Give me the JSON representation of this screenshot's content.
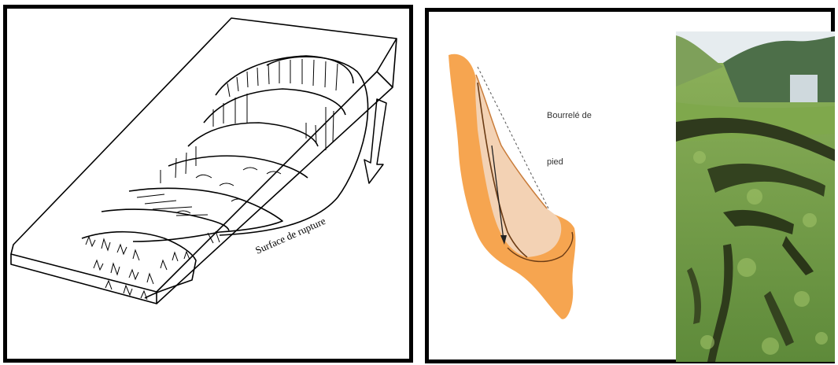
{
  "left_diagram": {
    "rupture_label": "Surface de rupture"
  },
  "right_diagram": {
    "toe_label_line1": "Bourrelé de",
    "toe_label_line2": "pied"
  },
  "colors": {
    "frame": "#000000",
    "soil_orange": "#f6a047",
    "soil_light": "#f3d2b4",
    "grass": "#6f9a45",
    "sky": "#e6ecef"
  }
}
